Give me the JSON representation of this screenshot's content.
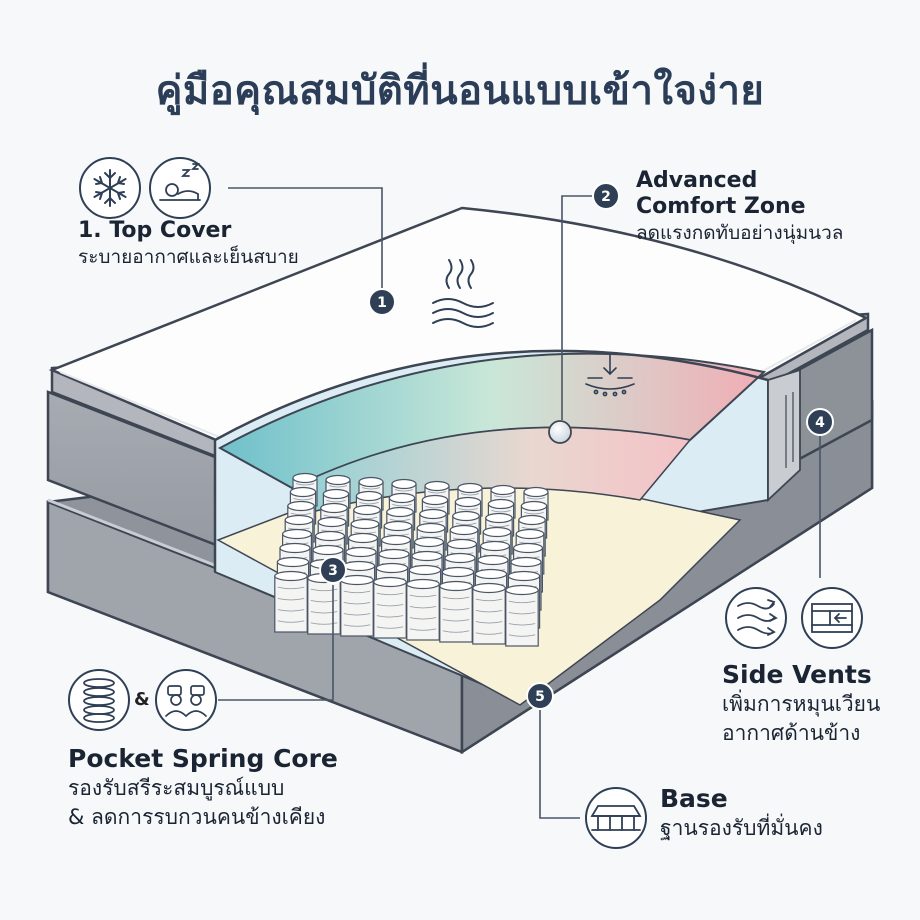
{
  "title": "คู่มือคุณสมบัติที่นอนแบบเข้าใจง่าย",
  "callouts": [
    {
      "number": "1",
      "heading": "1. Top Cover",
      "lines": [
        "ระบายอากาศและเย็นสบาย"
      ],
      "icons": [
        "snowflake-icon",
        "sleeping-person-icon"
      ]
    },
    {
      "number": "2",
      "heading_lines": [
        "Advanced",
        "Comfort Zone"
      ],
      "lines": [
        "ลดแรงกดทับอย่างนุ่มนวล"
      ]
    },
    {
      "number": "3",
      "heading": "Pocket Spring Core",
      "lines": [
        "รองรับสรีระสมบูรณ์แบบ",
        "& ลดการรบกวนคนข้างเคียง"
      ],
      "icons": [
        "coil-spring-icon",
        "couple-sleeping-icon"
      ],
      "joiner": "&"
    },
    {
      "number": "4",
      "heading": "Side Vents",
      "lines": [
        "เพิ่มการหมุนเวียน",
        "อากาศด้านข้าง"
      ],
      "icons": [
        "airflow-icon",
        "side-vent-icon"
      ]
    },
    {
      "number": "5",
      "heading": "Base",
      "lines": [
        "ฐานรองรับที่มั่นคง"
      ],
      "icons": [
        "bed-base-icon"
      ]
    }
  ],
  "colors": {
    "title": "#2b3d57",
    "badge": "#2f3f55",
    "leader_line": "#4a5566",
    "mattress_gray": "#9a9ea6",
    "cover_white": "#fdfdfd",
    "comfort_teal": "#7fc9cf",
    "comfort_pink": "#f0b2b8",
    "foam_cream": "#f7f2d8",
    "foam_blue": "#dcecf4"
  }
}
